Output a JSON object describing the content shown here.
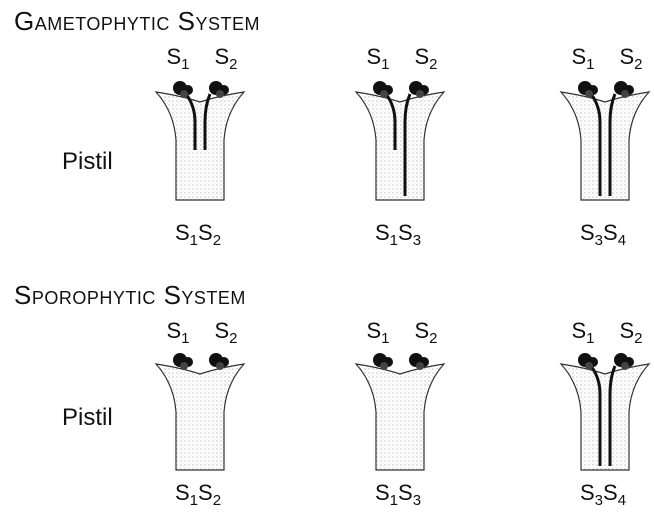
{
  "sections": [
    {
      "title": "Gametophytic System",
      "pistil_label": "Pistil",
      "pistils": [
        {
          "pollen": [
            "S1",
            "S2"
          ],
          "genotype": "S1S2",
          "tubes_full": [
            false,
            false
          ]
        },
        {
          "pollen": [
            "S1",
            "S2"
          ],
          "genotype": "S1S3",
          "tubes_full": [
            false,
            true
          ]
        },
        {
          "pollen": [
            "S1",
            "S2"
          ],
          "genotype": "S3S4",
          "tubes_full": [
            true,
            true
          ]
        }
      ]
    },
    {
      "title": "Sporophytic System",
      "pistil_label": "Pistil",
      "pistils": [
        {
          "pollen": [
            "S1",
            "S2"
          ],
          "genotype": "S1S2",
          "tubes_full": null
        },
        {
          "pollen": [
            "S1",
            "S2"
          ],
          "genotype": "S1S3",
          "tubes_full": null
        },
        {
          "pollen": [
            "S1",
            "S2"
          ],
          "genotype": "S3S4",
          "tubes_full": [
            true,
            true
          ]
        }
      ]
    }
  ],
  "colors": {
    "ink": "#111111",
    "stipple": "#b8b8b8"
  }
}
